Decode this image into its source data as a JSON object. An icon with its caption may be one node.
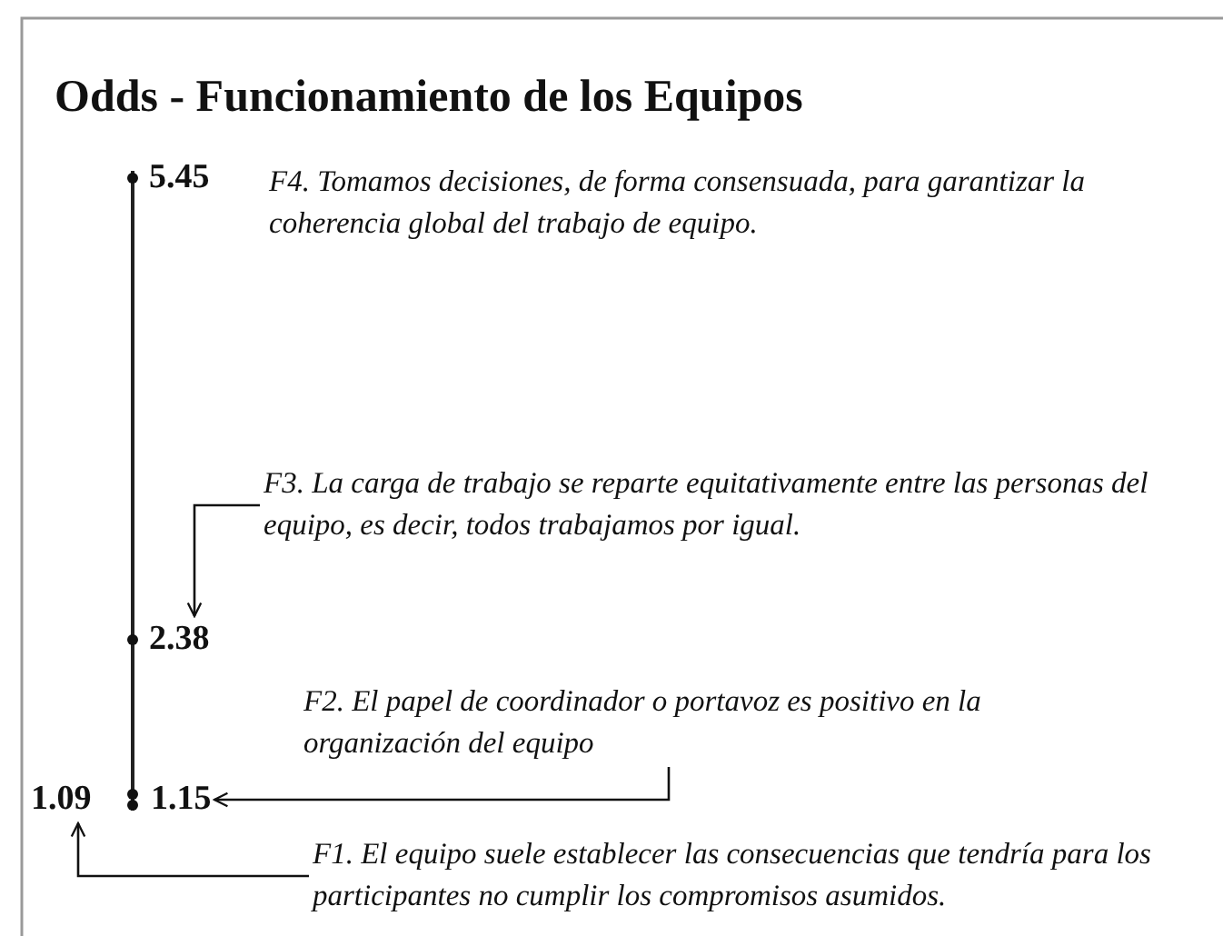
{
  "diagram": {
    "title": "Odds - Funcionamiento de los Equipos",
    "nodes": [
      {
        "text": [
          "F3. La carga de trabajo se reparte equitativamente entre las personas del equipo, es decir, todos trabajamos por igual."
        ]
      },
      {
        "text": [
          "2.38"
        ]
      },
      {
        "text": [
          "F2. El papel de coordinador o portavoz es positivo en la organización del equipo"
        ]
      },
      {
        "text": [
          "1.15"
        ]
      },
      {
        "text": [
          "1.09"
        ]
      },
      {
        "text": [
          "F1. El equipo suele establecer las consecuencias que tendría para los participantes no cumplir los compromisos asumidos."
        ]
      }
    ],
    "edges": [
      {
        "from": 0,
        "to": 1,
        "arrow": "to"
      },
      {
        "from": 2,
        "to": 3,
        "arrow": "to"
      },
      {
        "from": 5,
        "to": 4,
        "arrow": "to"
      }
    ],
    "labels": [
      "5.45",
      "F4. Tomamos decisiones, de forma consensuada, para garantizar la coherencia global del trabajo de equipo."
    ]
  }
}
